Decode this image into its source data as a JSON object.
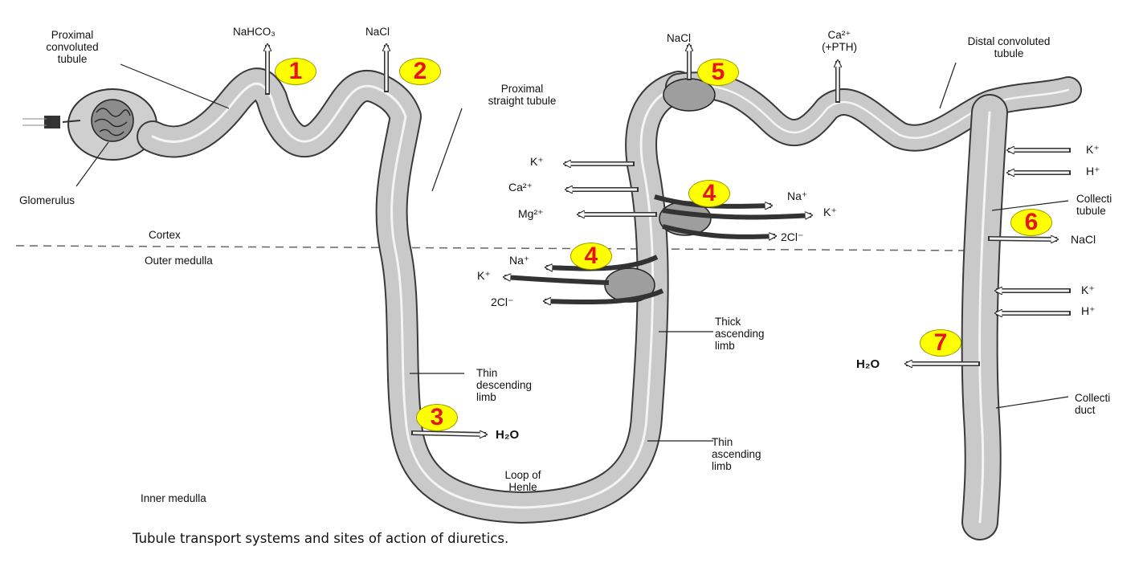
{
  "labels": {
    "pct": "Proximal\nconvoluted\ntubule",
    "nahco3": "NaHCO₃",
    "nacl_prox": "NaCl",
    "pst": "Proximal\nstraight tubule",
    "glomerulus": "Glomerulus",
    "cortex": "Cortex",
    "outer_medulla": "Outer medulla",
    "inner_medulla": "Inner medulla",
    "tdl": "Thin\ndescending\nlimb",
    "loop": "Loop of\nHenle",
    "tal": "Thick\nascending\nlimb",
    "tnal": "Thin\nascending\nlimb",
    "nacl_dct": "NaCl",
    "ca_pth": "Ca²⁺\n(+PTH)",
    "dct": "Distal convoluted\ntubule",
    "collecting_tubule": "Collecti\ntubule",
    "collecting_duct": "Collecti\nduct"
  },
  "ions": {
    "k1": "K⁺",
    "ca": "Ca²⁺",
    "mg": "Mg²⁺",
    "na_upper": "Na⁺",
    "k_upper": "K⁺",
    "cl_upper": "2Cl⁻",
    "na_lower": "Na⁺",
    "k_lower": "K⁺",
    "cl_lower": "2Cl⁻",
    "h2o_3": "H₂O",
    "k_ct": "K⁺",
    "h_ct": "H⁺",
    "nacl_6": "NaCl",
    "k_cd": "K⁺",
    "h_cd": "H⁺",
    "h2o_7": "H₂O"
  },
  "sites": [
    "1",
    "2",
    "3",
    "4",
    "4",
    "5",
    "6",
    "7"
  ],
  "caption": "Tubule transport systems and sites of action of diuretics.",
  "colors": {
    "tubule_fill": "#c9c9c9",
    "tubule_outline": "#3a3a3a",
    "site_fill": "#ffff00",
    "site_text": "#e8141c",
    "transporter": "#9e9e9e"
  }
}
